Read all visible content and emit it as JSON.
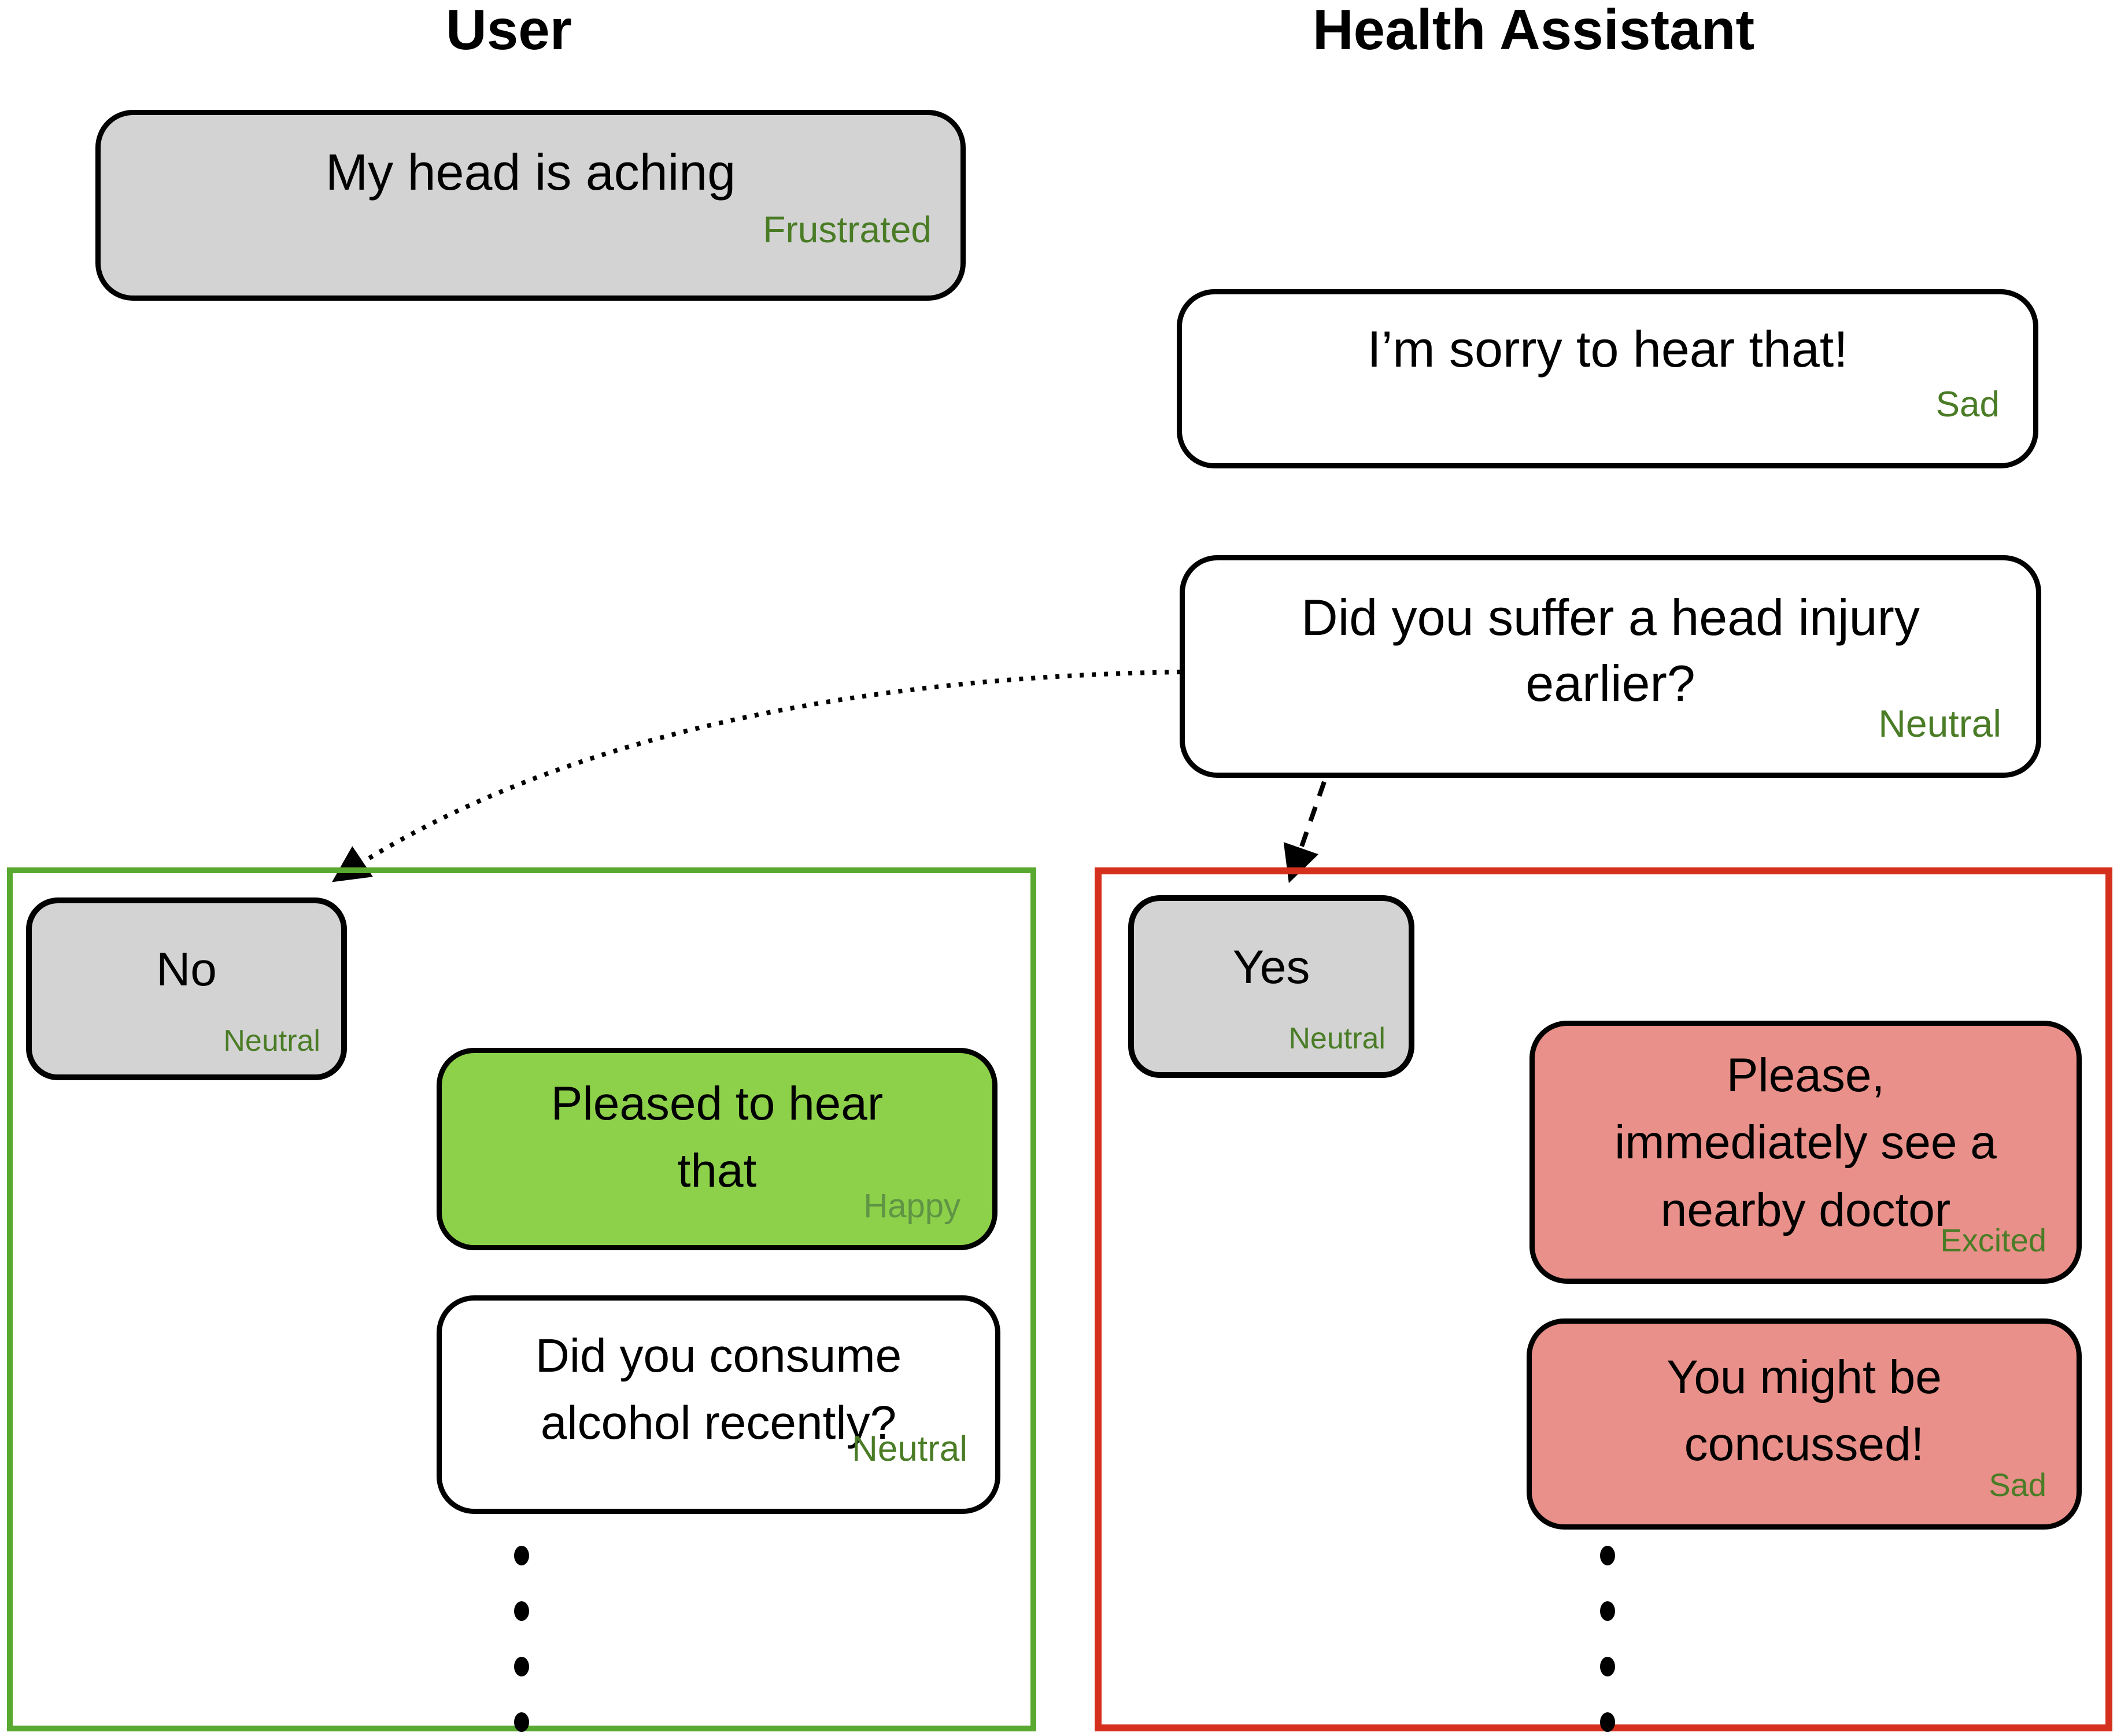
{
  "titles": {
    "user": "User",
    "assistant": "Health Assistant"
  },
  "conversation": {
    "user_opening": {
      "text": "My head is aching",
      "emotion": "Frustrated"
    },
    "assistant_sympathy": {
      "text": "I’m sorry to hear that!",
      "emotion": "Sad"
    },
    "assistant_question": {
      "text": "Did you suffer a head injury\nearlier?",
      "emotion": "Neutral"
    },
    "branch_no": {
      "user_answer": {
        "text": "No",
        "emotion": "Neutral"
      },
      "assistant_reaction": {
        "text": "Pleased to hear\nthat",
        "emotion": "Happy"
      },
      "assistant_followup": {
        "text": "Did you consume\nalcohol recently?",
        "emotion": "Neutral"
      }
    },
    "branch_yes": {
      "user_answer": {
        "text": "Yes",
        "emotion": "Neutral"
      },
      "assistant_reaction": {
        "text": "Please,\nimmediately see a\nnearby doctor",
        "emotion": "Excited"
      },
      "assistant_followup": {
        "text": "You might be\nconcussed!",
        "emotion": "Sad"
      }
    }
  },
  "colors": {
    "user_bubble": "#d3d3d3",
    "assistant_bubble": "#ffffff",
    "positive_bubble": "#8dd04a",
    "negative_bubble": "#e89089",
    "emotion_label": "#4a7c26",
    "happy_label": "#5f9445",
    "good_branch_border": "#59a82f",
    "bad_branch_border": "#d5301d",
    "arrow": "#000000"
  }
}
